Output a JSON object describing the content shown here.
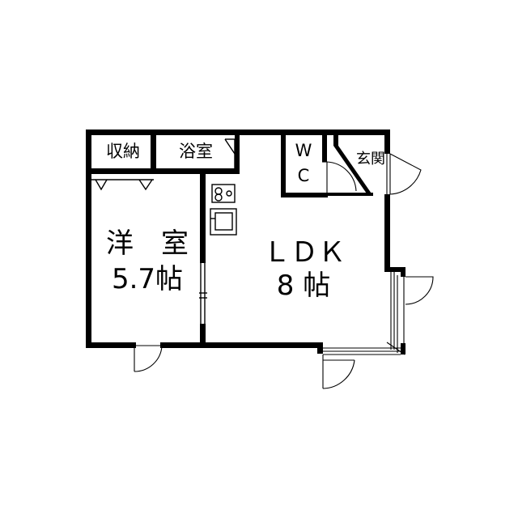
{
  "rooms": {
    "storage": "収納",
    "bath": "浴室",
    "wc_w": "W",
    "wc_c": "C",
    "entrance": "玄関",
    "western_name": "洋　室",
    "western_size": "5.7帖",
    "ldk_name": "ＬＤＫ",
    "ldk_size": "8 帖"
  }
}
